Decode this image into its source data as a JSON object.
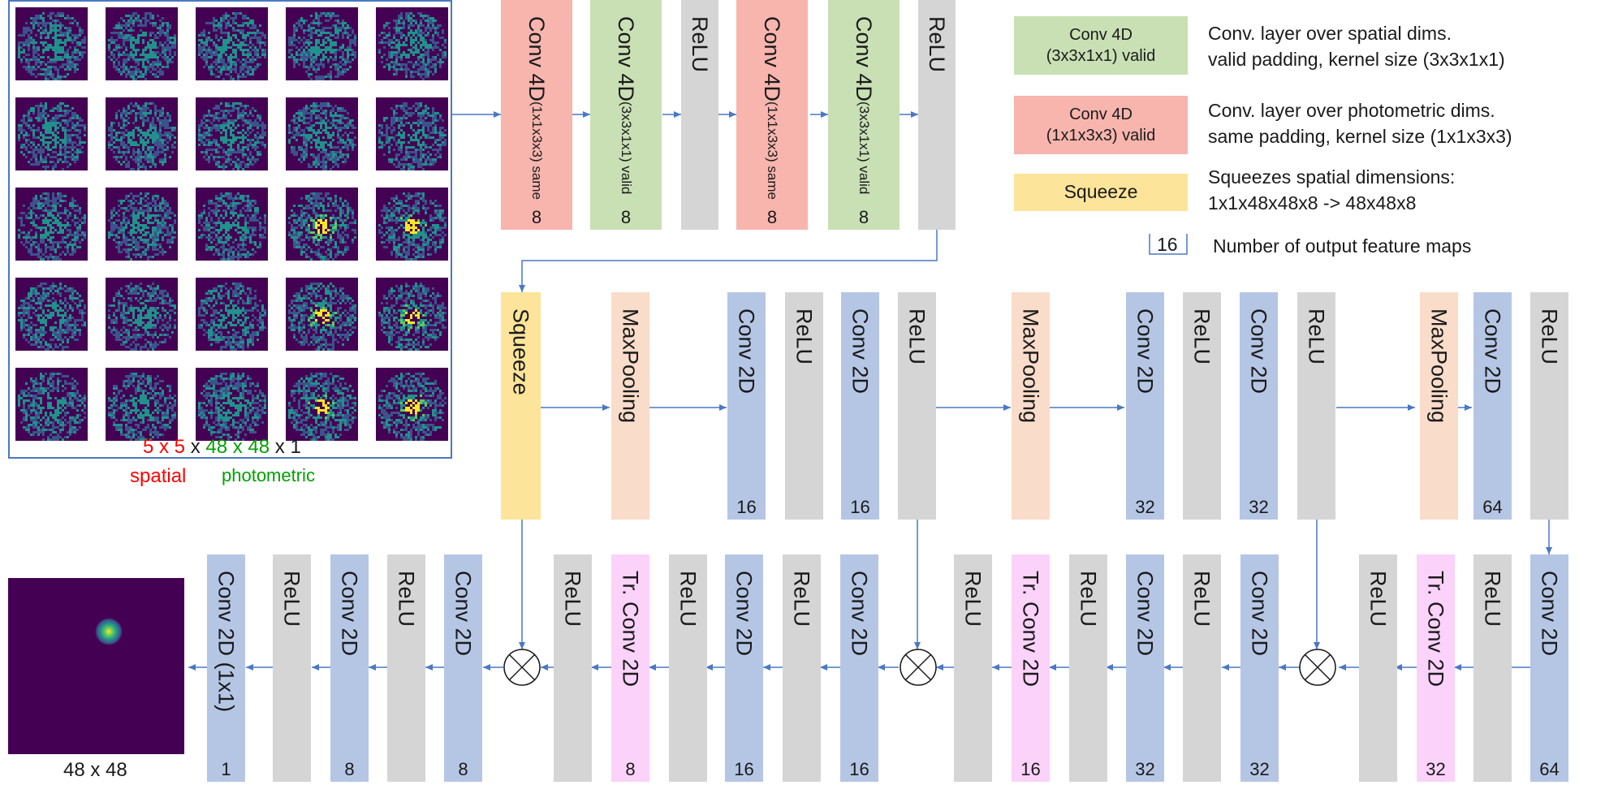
{
  "input_caption": {
    "spatial_dims": "5 x 5",
    "x1": " x ",
    "photometric_dims": "48 x 48",
    "x2": " x 1",
    "spatial_label": "spatial",
    "photometric_label": "photometric"
  },
  "output_caption": "48 x 48",
  "legend": {
    "conv4d_spatial": {
      "title": "Conv 4D",
      "sub": "(3x3x1x1) valid",
      "desc1": "Conv. layer over spatial dims.",
      "desc2": "valid padding, kernel size (3x3x1x1)"
    },
    "conv4d_photo": {
      "title": "Conv 4D",
      "sub": "(1x1x3x3) valid",
      "desc1": "Conv. layer over photometric dims.",
      "desc2": "same padding, kernel size (1x1x3x3)"
    },
    "squeeze": {
      "title": "Squeeze",
      "desc1": "Squeezes spatial dimensions:",
      "desc2": "1x1x48x48x8 -> 48x48x8"
    },
    "feature_maps": {
      "number": "16",
      "desc": "Number of output feature maps"
    }
  },
  "top_row": [
    {
      "label": "Conv 4D",
      "sub": "(1x1x3x3) same",
      "num": "8"
    },
    {
      "label": "Conv 4D",
      "sub": "(3x3x1x1) valid",
      "num": "8"
    },
    {
      "label": "ReLU",
      "sub": "",
      "num": ""
    },
    {
      "label": "Conv 4D",
      "sub": "(1x1x3x3) same",
      "num": "8"
    },
    {
      "label": "Conv 4D",
      "sub": "(3x3x1x1) valid",
      "num": "8"
    },
    {
      "label": "ReLU",
      "sub": "",
      "num": ""
    }
  ],
  "middle_row": [
    {
      "label": "Squeeze",
      "num": ""
    },
    {
      "label": "MaxPooling",
      "num": ""
    },
    {
      "label": "Conv 2D",
      "num": "16"
    },
    {
      "label": "ReLU",
      "num": ""
    },
    {
      "label": "Conv 2D",
      "num": "16"
    },
    {
      "label": "ReLU",
      "num": ""
    },
    {
      "label": "MaxPooling",
      "num": ""
    },
    {
      "label": "Conv 2D",
      "num": "32"
    },
    {
      "label": "ReLU",
      "num": ""
    },
    {
      "label": "Conv 2D",
      "num": "32"
    },
    {
      "label": "ReLU",
      "num": ""
    },
    {
      "label": "MaxPooling",
      "num": ""
    },
    {
      "label": "Conv 2D",
      "num": "64"
    },
    {
      "label": "ReLU",
      "num": ""
    }
  ],
  "bottom_row": [
    {
      "label": "Conv 2D (1x1)",
      "num": "1"
    },
    {
      "label": "ReLU",
      "num": ""
    },
    {
      "label": "Conv 2D",
      "num": "8"
    },
    {
      "label": "ReLU",
      "num": ""
    },
    {
      "label": "Conv 2D",
      "num": "8"
    },
    {
      "label": "ReLU",
      "num": ""
    },
    {
      "label": "Tr. Conv 2D",
      "num": "8"
    },
    {
      "label": "ReLU",
      "num": ""
    },
    {
      "label": "Conv 2D",
      "num": "16"
    },
    {
      "label": "ReLU",
      "num": ""
    },
    {
      "label": "Conv 2D",
      "num": "16"
    },
    {
      "label": "ReLU",
      "num": ""
    },
    {
      "label": "Tr. Conv 2D",
      "num": "16"
    },
    {
      "label": "ReLU",
      "num": ""
    },
    {
      "label": "Conv 2D",
      "num": "32"
    },
    {
      "label": "ReLU",
      "num": ""
    },
    {
      "label": "Conv 2D",
      "num": "32"
    },
    {
      "label": "ReLU",
      "num": ""
    },
    {
      "label": "Tr. Conv 2D",
      "num": "32"
    },
    {
      "label": "ReLU",
      "num": ""
    },
    {
      "label": "Conv 2D",
      "num": "64"
    }
  ],
  "colors": {
    "conv4d_photometric": "#f7b5ae",
    "conv4d_spatial": "#c8e0b4",
    "relu": "#d5d5d5",
    "conv2d": "#b5c6e5",
    "maxpooling": "#f9dcc9",
    "squeeze": "#fce49a",
    "transposed_conv2d": "#fbd2fa",
    "arrow": "#4a78c4",
    "spatial_text": "#ff0000",
    "photometric_text": "#00a000"
  }
}
